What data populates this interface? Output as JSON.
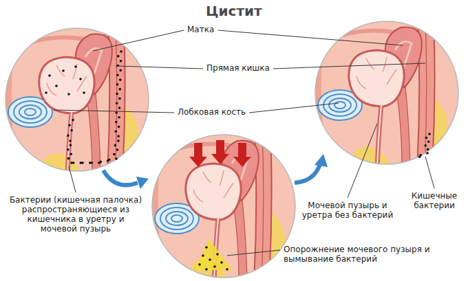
{
  "diagram": {
    "title": "Цистит",
    "labels": [
      "Матка",
      "Прямая кишка",
      "Лобковая кость",
      "Бактерии (кишечная палочка) распространяющиеся из кишечника в уретру и мочевой пузырь",
      "Кишечные бактерии",
      "Мочевой пузырь и уретра без бактерий",
      "Опорожнение мочевого пузыря и вымывание бактерий"
    ]
  }
}
